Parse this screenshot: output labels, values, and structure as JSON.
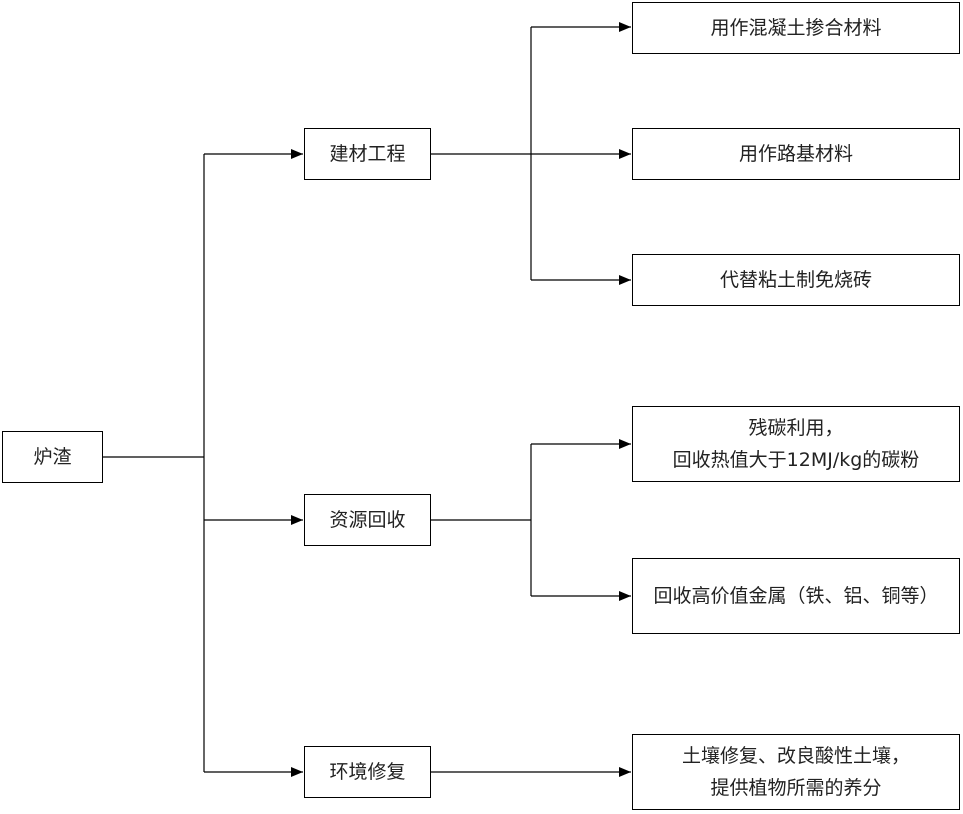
{
  "root": {
    "label": "炉渣"
  },
  "categories": [
    {
      "label": "建材工程"
    },
    {
      "label": "资源回收"
    },
    {
      "label": "环境修复"
    }
  ],
  "leaves": {
    "concrete": {
      "label": "用作混凝土掺合材料"
    },
    "roadbed": {
      "label": "用作路基材料"
    },
    "brick": {
      "label": "代替粘土制免烧砖"
    },
    "carbon": {
      "line1": "残碳利用，",
      "line2": "回收热值大于12MJ/kg的碳粉"
    },
    "metal": {
      "label": "回收高价值金属（铁、铝、铜等）"
    },
    "soil": {
      "line1": "土壤修复、改良酸性土壤，",
      "line2": "提供植物所需的养分"
    }
  }
}
